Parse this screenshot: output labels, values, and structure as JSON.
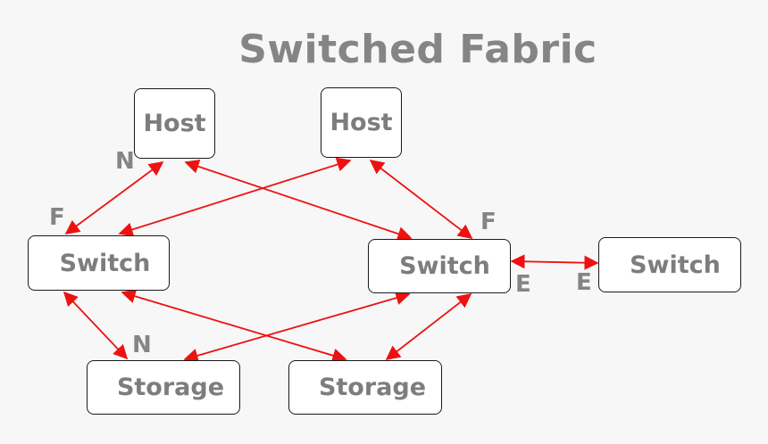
{
  "title": "Switched Fabric",
  "nodes": {
    "host_left": "Host",
    "host_right": "Host",
    "switch_left": "Switch",
    "switch_center": "Switch",
    "switch_right": "Switch",
    "storage_left": "Storage",
    "storage_right": "Storage"
  },
  "ports": {
    "n_top": "N",
    "f_left": "F",
    "f_right": "F",
    "e_center": "E",
    "e_right": "E",
    "n_bottom": "N"
  },
  "colors": {
    "link": "#ee1111",
    "text": "#858585"
  }
}
